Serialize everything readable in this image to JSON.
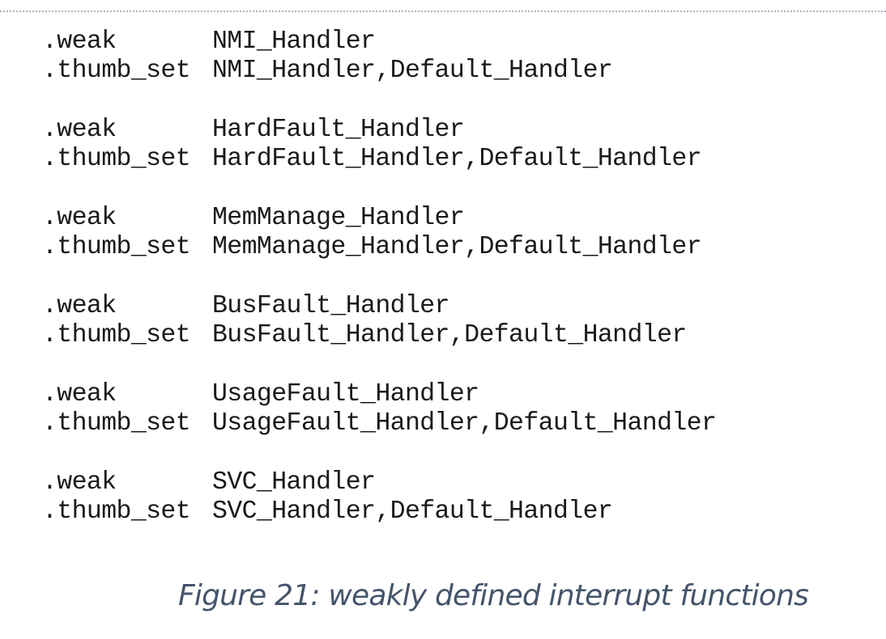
{
  "code": {
    "groups": [
      {
        "weak_directive": ".weak",
        "weak_symbol": "NMI_Handler",
        "set_directive": ".thumb_set",
        "set_args": "NMI_Handler,Default_Handler"
      },
      {
        "weak_directive": ".weak",
        "weak_symbol": "HardFault_Handler",
        "set_directive": ".thumb_set",
        "set_args": "HardFault_Handler,Default_Handler"
      },
      {
        "weak_directive": ".weak",
        "weak_symbol": "MemManage_Handler",
        "set_directive": ".thumb_set",
        "set_args": "MemManage_Handler,Default_Handler"
      },
      {
        "weak_directive": ".weak",
        "weak_symbol": "BusFault_Handler",
        "set_directive": ".thumb_set",
        "set_args": "BusFault_Handler,Default_Handler"
      },
      {
        "weak_directive": ".weak",
        "weak_symbol": "UsageFault_Handler",
        "set_directive": ".thumb_set",
        "set_args": "UsageFault_Handler,Default_Handler"
      },
      {
        "weak_directive": ".weak",
        "weak_symbol": "SVC_Handler",
        "set_directive": ".thumb_set",
        "set_args": "SVC_Handler,Default_Handler"
      }
    ]
  },
  "caption": {
    "text": "Figure 21: weakly defined interrupt functions"
  },
  "colors": {
    "code_text": "#1a1a1a",
    "caption_text": "#44546a",
    "rule": "#a9b4c2"
  }
}
